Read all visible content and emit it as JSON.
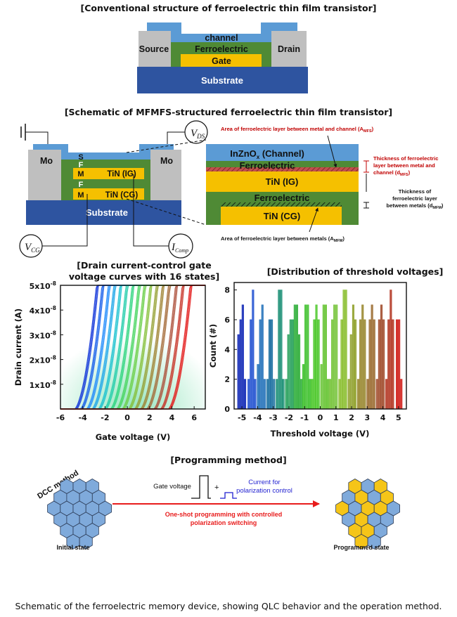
{
  "panel1": {
    "title": "[Conventional structure of ferroelectric thin film transistor]",
    "channel": "channel",
    "ferroelectric": "Ferroelectric",
    "gate": "Gate",
    "source": "Source",
    "drain": "Drain",
    "substrate": "Substrate"
  },
  "panel2": {
    "title": "[Schematic of MFMFS-structured ferroelectric thin film transistor]",
    "mo": "Mo",
    "s": "S",
    "f": "F",
    "m": "M",
    "tin_ig": "TiN (IG)",
    "tin_cg": "TiN (CG)",
    "substrate": "Substrate",
    "vds_main": "V",
    "vds_sub": "DS",
    "vcg_main": "V",
    "vcg_sub": "CG",
    "icomp_main": "I",
    "icomp_sub": "Comp",
    "zoom_channel_main": "InZnO",
    "zoom_channel_sub": "x",
    "zoom_channel_rest": " (Channel)",
    "zoom_ferro1": "Ferroelectric",
    "zoom_tin_ig": "TiN (IG)",
    "zoom_ferro2": "Ferroelectric",
    "zoom_tin_cg": "TiN (CG)",
    "area_mfs_main": "Area of ferroelectric layer between metal and channel (A",
    "area_mfs_sub": "MFS",
    "area_mfs_end": ")",
    "thick_mfs_l1": "Thickness of ferroelectric",
    "thick_mfs_l2": "layer between metal and",
    "thick_mfs_l3_main": "channel (d",
    "thick_mfs_l3_sub": "MFS",
    "thick_mfs_l3_end": ")",
    "thick_mfm_l1": "Thickness of",
    "thick_mfm_l2": "ferroelectric layer",
    "thick_mfm_l3_main": "between metals (d",
    "thick_mfm_l3_sub": "MFM",
    "thick_mfm_l3_end": ")",
    "area_mfm_main": "Area of ferroelectric layer between metals (A",
    "area_mfm_sub": "MFM",
    "area_mfm_end": ")"
  },
  "panel3": {
    "title_l1": "[Drain current-control gate",
    "title_l2": "voltage curves with 16 states]"
  },
  "panel4": {
    "title": "[Distribution of threshold voltages]"
  },
  "panel5": {
    "title": "[Programming method]",
    "dcc": "DCC method",
    "gate_voltage": "Gate voltage",
    "plus": "+",
    "current_l1": "Current for",
    "current_l2": "polarization control",
    "oneshot_l1": "One-shot programming with controlled",
    "oneshot_l2": "polarization switching",
    "initial": "Initial state",
    "programmed": "Programmed state"
  },
  "caption": "Schematic of the ferroelectric memory device, showing QLC behavior and the operation method.",
  "colors": {
    "channel_blue": "#5b9bd5",
    "ferro_green": "#4f8a35",
    "gate_yellow": "#f5c000",
    "substrate_blue": "#2e54a0",
    "mo_gray": "#bfbfbf",
    "red_text": "#c00000",
    "arrow_red": "#e81c1c",
    "blue_text": "#1f1fd0",
    "hex_blue": "#7faadb",
    "hex_yellow": "#f5c518"
  },
  "chart_data": [
    {
      "type": "line",
      "xlabel": "Gate voltage (V)",
      "ylabel": "Drain current (A)",
      "xlim": [
        -6,
        7
      ],
      "ylim": [
        0,
        5e-08
      ],
      "xticks": [
        -6,
        -4,
        -2,
        0,
        2,
        4,
        6
      ],
      "ytick_labels": [
        "1x10",
        "2x10",
        "3x10",
        "4x10",
        "5x10"
      ],
      "ytick_exp": "-8",
      "ytick_values": [
        1e-08,
        2e-08,
        3e-08,
        4e-08,
        5e-08
      ],
      "series_count": 16,
      "threshold_voltages": [
        -4.6,
        -4.1,
        -3.55,
        -3.05,
        -2.5,
        -1.95,
        -1.4,
        -0.85,
        -0.35,
        0.2,
        0.75,
        1.3,
        1.85,
        2.5,
        3.1,
        3.8
      ],
      "color_gradient": [
        "#0a2fd8",
        "#1e90ff",
        "#16c8c8",
        "#2fd86a",
        "#7fcc3a",
        "#9e8a30",
        "#a7523a",
        "#e31515"
      ],
      "grid": false
    },
    {
      "type": "bar",
      "xlabel": "Threshold voltage (V)",
      "ylabel": "Count (#)",
      "xlim": [
        -5.5,
        5.5
      ],
      "ylim": [
        0,
        8.5
      ],
      "xticks": [
        -5,
        -4,
        -3,
        -2,
        -1,
        0,
        1,
        2,
        3,
        4,
        5
      ],
      "yticks": [
        0,
        2,
        4,
        6,
        8
      ],
      "groups": [
        {
          "center": -5.0,
          "color": "#0d25b5",
          "counts": [
            5,
            6,
            7,
            2
          ]
        },
        {
          "center": -4.35,
          "color": "#1e4fd0",
          "counts": [
            2,
            6,
            8,
            2
          ]
        },
        {
          "center": -3.75,
          "color": "#1f6fb8",
          "counts": [
            3,
            6,
            7,
            2
          ]
        },
        {
          "center": -3.15,
          "color": "#1a6fa0",
          "counts": [
            2,
            6,
            6,
            2
          ]
        },
        {
          "center": -2.55,
          "color": "#1b8f75",
          "counts": [
            2,
            8,
            8,
            2
          ]
        },
        {
          "center": -1.95,
          "color": "#25a05a",
          "counts": [
            2,
            5,
            6,
            6
          ]
        },
        {
          "center": -1.4,
          "color": "#2fae3a",
          "counts": [
            7,
            7,
            5,
            2
          ]
        },
        {
          "center": -0.85,
          "color": "#3cc02a",
          "counts": [
            3,
            7,
            7,
            2
          ]
        },
        {
          "center": -0.3,
          "color": "#4cc82a",
          "counts": [
            2,
            6,
            7,
            6
          ]
        },
        {
          "center": 0.3,
          "color": "#66c432",
          "counts": [
            3,
            7,
            7,
            2
          ]
        },
        {
          "center": 0.85,
          "color": "#76c43a",
          "counts": [
            2,
            6,
            7,
            7
          ]
        },
        {
          "center": 1.45,
          "color": "#8bbf30",
          "counts": [
            2,
            6,
            8,
            8
          ]
        },
        {
          "center": 2.05,
          "color": "#8fa02a",
          "counts": [
            2,
            5,
            7,
            6
          ]
        },
        {
          "center": 2.65,
          "color": "#97852a",
          "counts": [
            2,
            6,
            7,
            6
          ]
        },
        {
          "center": 3.25,
          "color": "#9a6a2e",
          "counts": [
            2,
            6,
            7,
            6
          ]
        },
        {
          "center": 3.85,
          "color": "#a04a2a",
          "counts": [
            2,
            6,
            7,
            6
          ]
        },
        {
          "center": 4.45,
          "color": "#b2321f",
          "counts": [
            2,
            6,
            8,
            6
          ]
        },
        {
          "center": 5.05,
          "color": "#d01a15",
          "counts": [
            6,
            6,
            2
          ]
        }
      ],
      "grid": false
    }
  ]
}
